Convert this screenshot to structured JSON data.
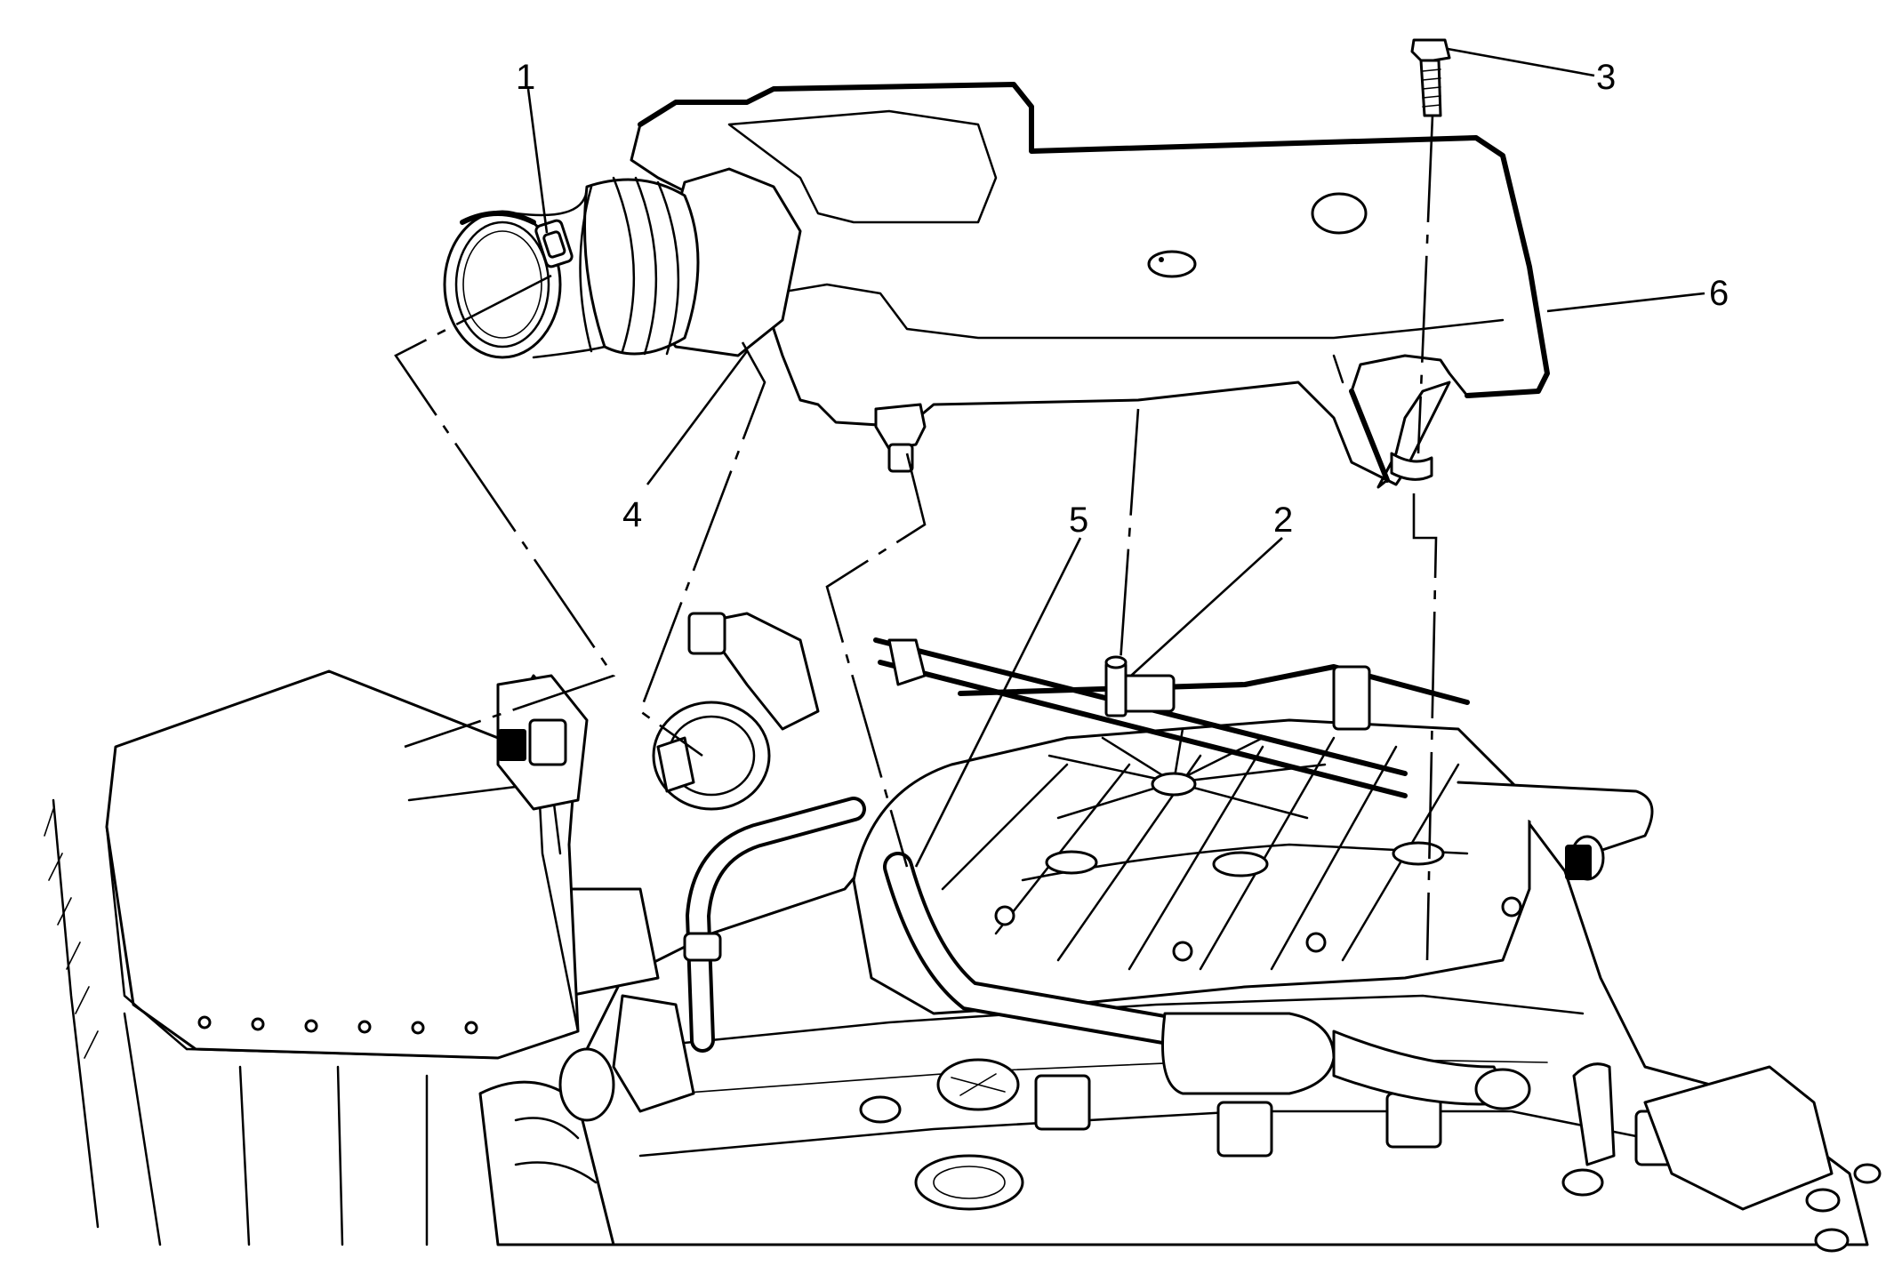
{
  "callouts": [
    {
      "id": "callout-1",
      "text": "1"
    },
    {
      "id": "callout-2",
      "text": "2"
    },
    {
      "id": "callout-3",
      "text": "3"
    },
    {
      "id": "callout-4",
      "text": "4"
    },
    {
      "id": "callout-5",
      "text": "5"
    },
    {
      "id": "callout-6",
      "text": "6"
    }
  ],
  "colors": {
    "line": "#000000",
    "background": "#ffffff"
  }
}
